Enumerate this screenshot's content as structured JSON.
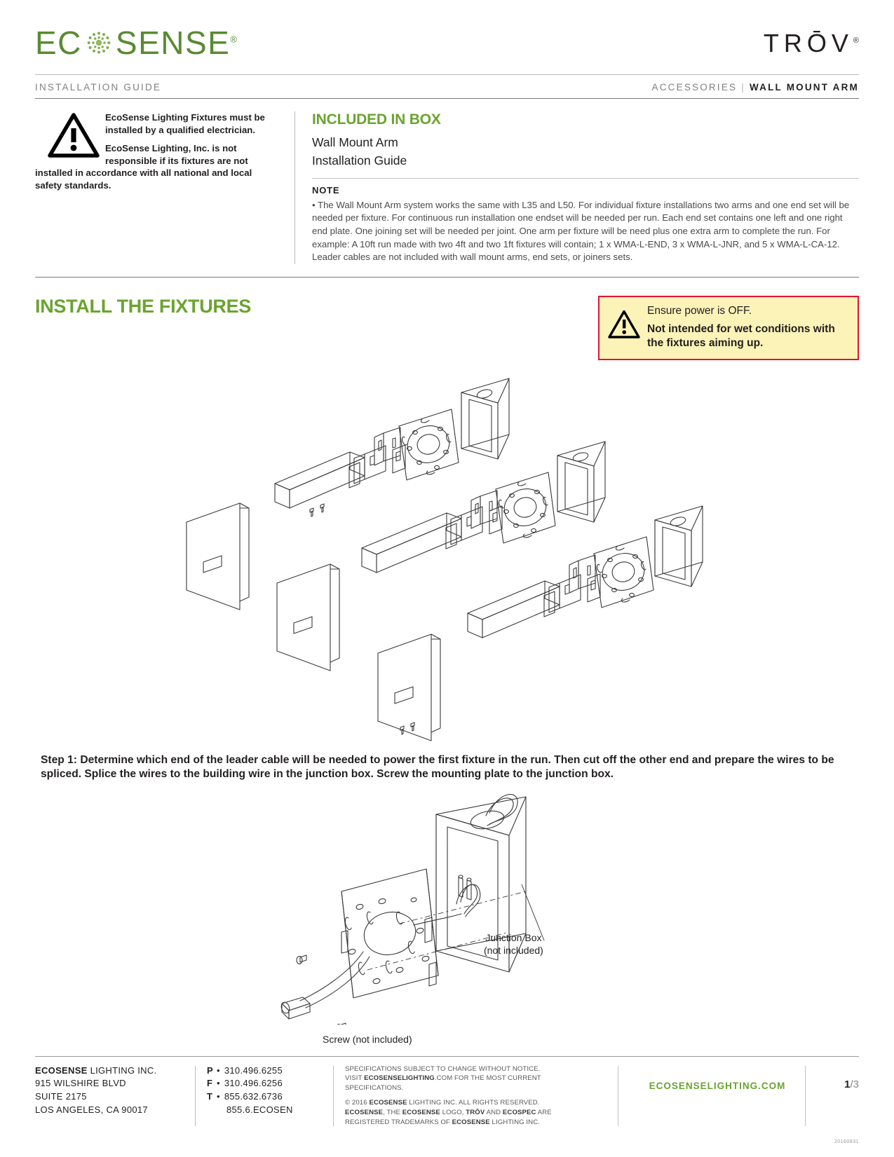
{
  "header": {
    "brand": "ECOSENSE",
    "brand_reg": "®",
    "product_logo": "TRŌV",
    "product_logo_reg": "®",
    "doc_type": "INSTALLATION GUIDE",
    "category": "ACCESSORIES",
    "separator": "|",
    "product_name": "WALL MOUNT ARM"
  },
  "warning": {
    "icon": "warning-triangle-icon",
    "line1": "EcoSense Lighting Fixtures must be installed by a qualified electrician.",
    "line2_head": "EcoSense Lighting, Inc. is not responsible if its fixtures are not",
    "line2_tail": "installed in accordance with all national and local safety standards."
  },
  "included": {
    "title": "INCLUDED IN BOX",
    "items": [
      "Wall Mount Arm",
      "Installation Guide"
    ],
    "note_label": "NOTE",
    "note_body": "• The Wall Mount Arm system works the same with L35 and L50. For individual fixture installations two arms and one end set will be needed per fixture. For continuous run installation one endset will be needed per run. Each end set contains one left and one right end plate. One joining set will be needed per joint. One arm per fixture will be need plus one extra arm to complete the run. For example: A 10ft run made with two 4ft and two 1ft fixtures will contain; 1 x WMA-L-END, 3 x WMA-L-JNR, and 5 x WMA-L-CA-12. Leader cables are not included with wall mount arms, end sets, or joiners sets."
  },
  "install": {
    "section_title": "INSTALL THE FIXTURES",
    "power_warning": {
      "icon": "warning-triangle-icon",
      "line1": "Ensure power is OFF.",
      "line2": "Not intended for wet conditions with the fixtures aiming up."
    },
    "step1": "Step 1: Determine which end of the leader cable will be needed to power the first fixture in the run.  Then cut off the other end and prepare the wires to be spliced.  Splice the wires to the building wire in the junction box.  Screw the mounting plate to the junction box.",
    "callouts": {
      "junction_box_l1": "Junction Box",
      "junction_box_l2": "(not included)",
      "screw": "Screw (not included)"
    }
  },
  "footer": {
    "company_bold": "ECOSENSE",
    "company_rest": " LIGHTING INC.",
    "address_line2": "915 WILSHIRE BLVD",
    "address_line3": "SUITE 2175",
    "address_line4": "LOS ANGELES, CA  90017",
    "phone_p_label": "P",
    "phone_p": "310.496.6255",
    "phone_f_label": "F",
    "phone_f": "310.496.6256",
    "phone_t_label": "T",
    "phone_t": "855.632.6736",
    "phone_t_alt": "855.6.ECOSEN",
    "legal_1a": "SPECIFICATIONS SUBJECT TO CHANGE WITHOUT NOTICE.",
    "legal_1b_pre": "VISIT ",
    "legal_1b_bold": "ECOSENSELIGHTING",
    "legal_1b_post": ".COM FOR THE MOST CURRENT",
    "legal_1c": "SPECIFICATIONS.",
    "legal_2a_pre": "© 2016 ",
    "legal_2a_bold": "ECOSENSE",
    "legal_2a_post": " LIGHTING INC. ALL RIGHTS RESERVED.",
    "legal_2b_bold1": "ECOSENSE",
    "legal_2b_mid1": ", THE ",
    "legal_2b_bold2": "ECOSENSE",
    "legal_2b_mid2": " LOGO, ",
    "legal_2b_bold3": "TRŌV",
    "legal_2b_mid3": " AND ",
    "legal_2b_bold4": "ECOSPEC",
    "legal_2b_post": " ARE",
    "legal_2c_pre": "REGISTERED TRADEMARKS OF ",
    "legal_2c_bold": "ECOSENSE",
    "legal_2c_post": " LIGHTING INC.",
    "website": "ECOSENSELIGHTING.COM",
    "page_current": "1",
    "page_sep": "/",
    "page_total": "3",
    "doc_id": "20160831"
  },
  "colors": {
    "brand_green": "#5a8a33",
    "heading_green": "#6aa42f",
    "warning_yellow": "#fbf3b8",
    "warning_red": "#e8112d",
    "text_dark": "#231f20"
  }
}
